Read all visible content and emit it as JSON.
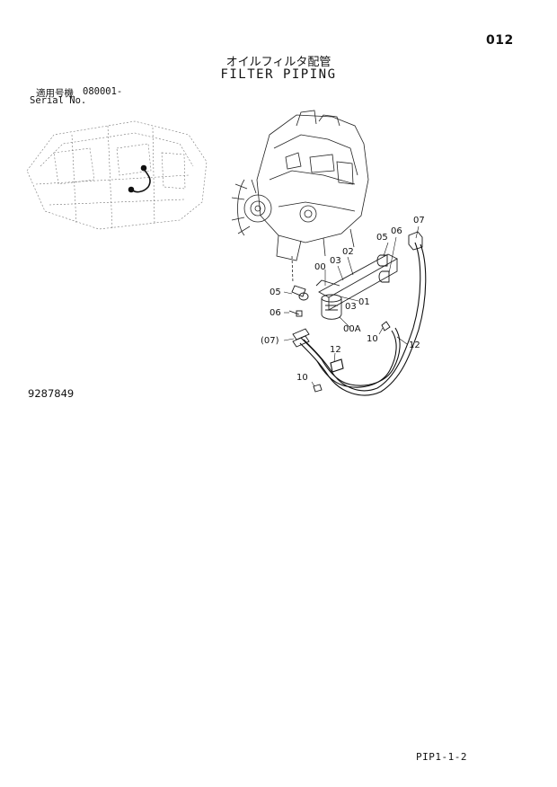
{
  "header": {
    "page_number": "012",
    "title_jp": "オイルフィルタ配管",
    "title_en": "FILTER PIPING"
  },
  "serial": {
    "label_jp": "適用号機",
    "value": "080001-",
    "label_en": "Serial No."
  },
  "drawing_number": "9287849",
  "footer": {
    "code": "PIP1-1-2"
  },
  "callouts": [
    "07",
    "05",
    "06",
    "02",
    "03",
    "00",
    "01",
    "05",
    "06",
    "00A",
    "(07)",
    "10",
    "12",
    "12",
    "10"
  ]
}
